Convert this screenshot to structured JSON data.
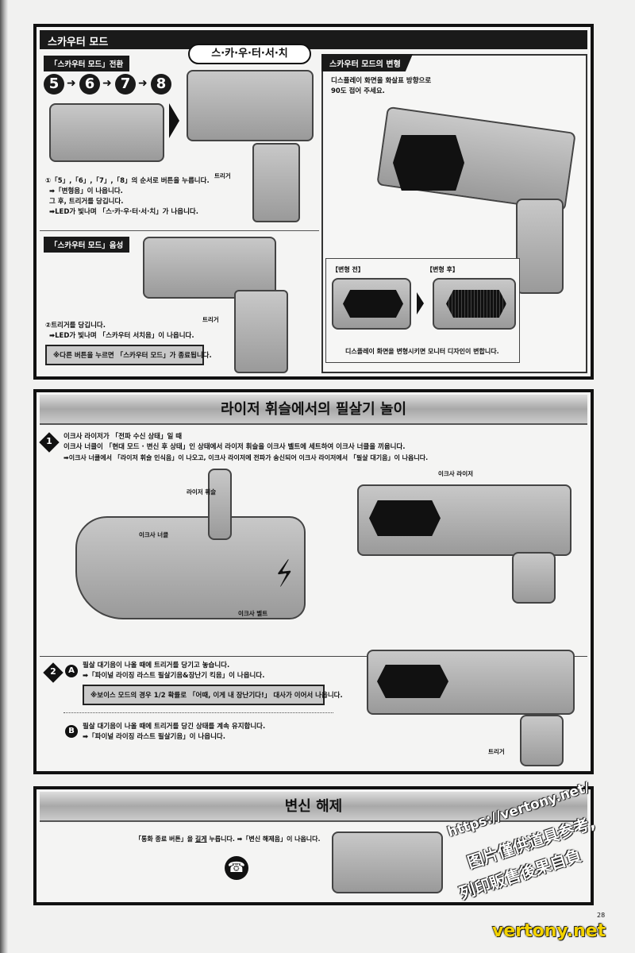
{
  "section1": {
    "title": "스카우터 모드",
    "switch_tab": "「스카우터 모드」전환",
    "sequence": [
      "5",
      "6",
      "7",
      "8"
    ],
    "bubble": "스·카·우·터·서·치",
    "trigger_label": "트리거",
    "steps": [
      "①「5」,「6」,「7」,「8」의 순서로 버튼을 누릅니다.",
      "➡「변형음」이 나옵니다.",
      "그 후, 트리거를 당깁니다.",
      "➡LED가 빛나며 「스·카·우·터·서·치」가 나옵니다."
    ],
    "voice_tab": "「스카우터 모드」음성",
    "voice_steps": [
      "②트리거를 당깁니다.",
      "➡LED가 빛나며 「스카우터 서치음」이 나옵니다."
    ],
    "voice_trigger_label": "트리거",
    "note": "※다른 버튼을 누르면 「스카우터 모드」가 종료됩니다.",
    "transform": {
      "title": "스카우터 모드의 변형",
      "instruction": [
        "디스플레이 화면을 화살표 방향으로",
        "90도 접어 주세요."
      ],
      "before_label": "【변형 전】",
      "after_label": "【변형 후】",
      "caption": "디스플레이 화면을 변형시키면 모니터 디자인이 변합니다."
    }
  },
  "section2": {
    "title": "라이저 휘슬에서의 필살기 놀이",
    "step1_num": "1",
    "step1": [
      "이크사 라이저가 「전파 수신 상태」일 때",
      "이크사 너클이 「현대 모드 · 변신 후 상태」인 상태에서 라이저 휘슬을 이크사 벨트에 세트하여 이크사 너클을 끼웁니다.",
      "➡이크사 너클에서 「라이저 휘슬 인식음」이 나오고, 이크사 라이저에 전파가 송신되어 이크사 라이저에서 「필살 대기음」이 나옵니다."
    ],
    "labels": {
      "whistle": "라이저 휘슬",
      "knuckle": "이크사 너클",
      "belt": "이크사 벨트",
      "riser": "이크사 라이저",
      "trigger": "트리거"
    },
    "step2_num": "2",
    "a_mark": "A",
    "step2a": [
      "필살 대기음이 나올 때에 트리거를 당기고 놓습니다.",
      "➡「파이널 라이징 라스트 필살기음&장난기 킥음」이 나옵니다."
    ],
    "note": "※보이스 모드의 경우 1/2 확률로 「어때, 이게 내 장난기다!」 대사가 이어서 나옵니다.",
    "b_mark": "B",
    "step2b": [
      "필살 대기음이 나올 때에 트리거를 당긴 상태를 계속 유지합니다.",
      "➡「파이널 라이징 라스트 필살기음」이 나옵니다."
    ]
  },
  "section3": {
    "title": "변신 해제",
    "instruction_pre": "「통화 종료 버튼」을 ",
    "instruction_em": "길게",
    "instruction_post": " 누릅니다. ➡「변신 해제음」이 나옵니다."
  },
  "page_number": "28",
  "watermark": {
    "url": "https://vertony.net/",
    "line1": "图片僅供道具参考,",
    "line2": "列印販售後果自負",
    "site": "vertony.net"
  }
}
